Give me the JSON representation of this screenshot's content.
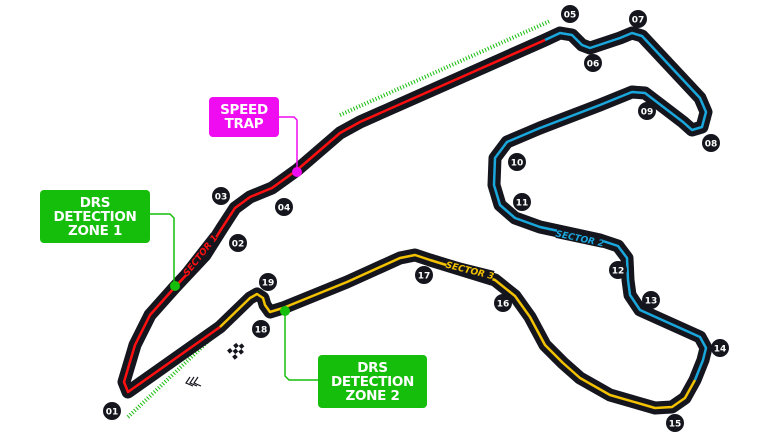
{
  "colors": {
    "track": "#15151e",
    "sector1": "#ff1010",
    "sector2": "#1aa7dc",
    "sector3": "#f2c200",
    "drs": "#15be0a",
    "speed_trap": "#f00cf0"
  },
  "sectors": [
    "SECTOR 1",
    "SECTOR 2",
    "SECTOR 3"
  ],
  "callouts": {
    "speed_trap": [
      "SPEED",
      "TRAP"
    ],
    "drs1": [
      "DRS",
      "DETECTION",
      "ZONE 1"
    ],
    "drs2": [
      "DRS",
      "DETECTION",
      "ZONE 2"
    ]
  },
  "corners": [
    "01",
    "02",
    "03",
    "04",
    "05",
    "06",
    "07",
    "08",
    "09",
    "10",
    "11",
    "12",
    "13",
    "14",
    "15",
    "16",
    "17",
    "18",
    "19"
  ],
  "icons": {
    "finish": "checkered-flag-icon",
    "direction": "direction-chevrons-icon"
  }
}
